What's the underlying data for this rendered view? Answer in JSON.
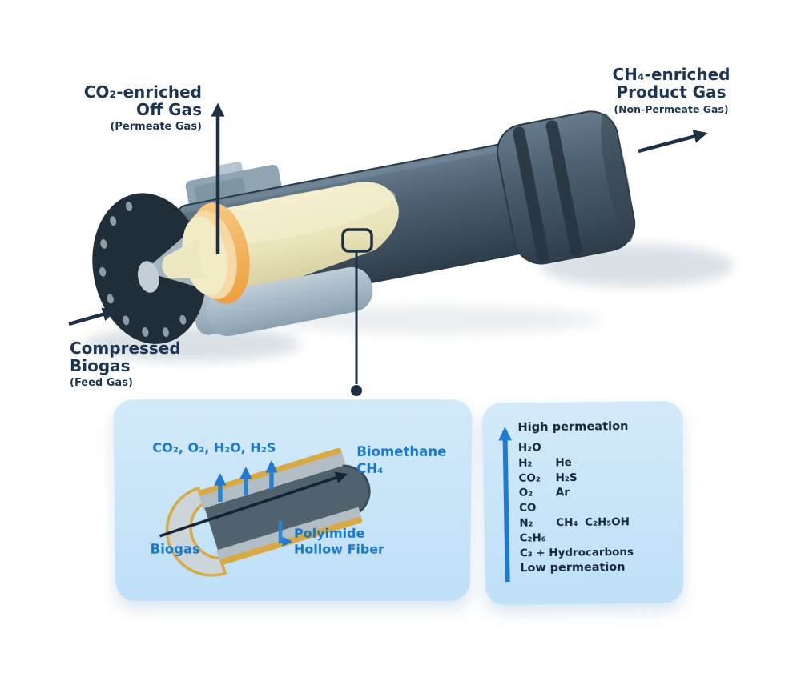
{
  "labels": {
    "off_gas": {
      "line1": "CO₂-enriched",
      "line2": "Off Gas",
      "line3": "(Permeate Gas)"
    },
    "product": {
      "line1": "CH₄-enriched",
      "line2": "Product Gas",
      "line3": "(Non-Permeate Gas)"
    },
    "feed": {
      "line1": "Compressed",
      "line2": "Biogas",
      "line3": "(Feed Gas)"
    }
  },
  "fiber_inset": {
    "permeating_gases": "CO₂, O₂, H₂O, H₂S",
    "retentate_line1": "Biomethane",
    "retentate_line2": "CH₄",
    "feed_label": "Biogas",
    "fiber_line1": "Polyimide",
    "fiber_line2": "Hollow Fiber"
  },
  "permeation_panel": {
    "high_label": "High permeation",
    "low_label": "Low permeation",
    "rows": [
      {
        "c1": "H₂O",
        "c2": "",
        "c3": ""
      },
      {
        "c1": "H₂",
        "c2": "He",
        "c3": ""
      },
      {
        "c1": "CO₂",
        "c2": "H₂S",
        "c3": ""
      },
      {
        "c1": "O₂",
        "c2": "Ar",
        "c3": ""
      },
      {
        "c1": "CO",
        "c2": "",
        "c3": ""
      },
      {
        "c1": "N₂",
        "c2": "CH₄",
        "c3": "C₂H₅OH"
      },
      {
        "c1": "C₂H₆",
        "c2": "",
        "c3": ""
      },
      {
        "c1": "C₃ + Hydrocarbons",
        "c2": "",
        "c3": ""
      }
    ]
  },
  "colors": {
    "label_navy": "#1c3553",
    "accent_blue": "#1878cc",
    "panel_blue": "#c9e5f8",
    "module_slate": "#4a5c6d",
    "module_dark": "#2c3a47",
    "bundle_cream": "#e9e4ba",
    "potting_orange": "#f0a950",
    "collar_gray": "#9db0bd",
    "fiber_gold": "#d9a943"
  }
}
